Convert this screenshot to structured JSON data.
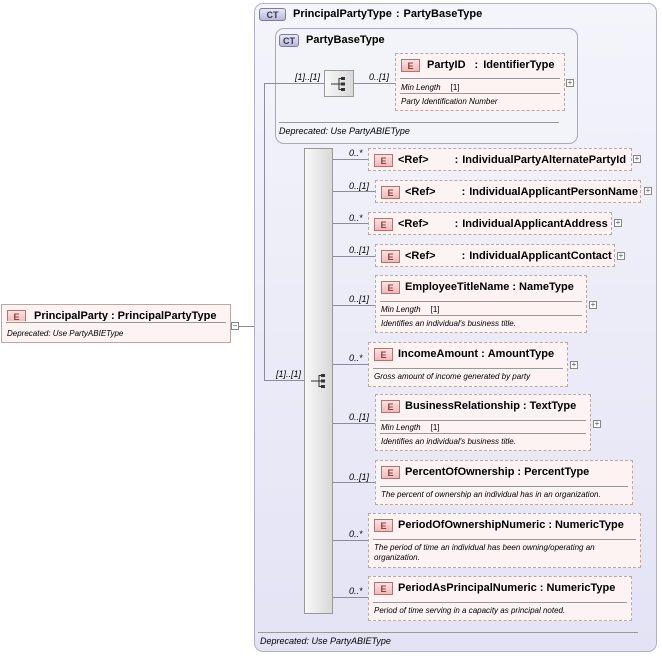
{
  "root": {
    "badge": "E",
    "name": "PrincipalParty",
    "type": "PrincipalPartyType",
    "doc": "Deprecated: Use PartyABIEType"
  },
  "outer_ct": {
    "badge": "CT",
    "title": "PrincipalPartyType",
    "base": "PartyBaseType",
    "footer": "Deprecated: Use PartyABIEType"
  },
  "inner_ct": {
    "badge": "CT",
    "title": "PartyBaseType",
    "seq_card": "[1]..[1]",
    "footer": "Deprecated: Use PartyABIEType",
    "party_id": {
      "badge": "E",
      "card": "0..[1]",
      "name": "PartyID",
      "type": "IdentifierType",
      "facet_label": "Min Length",
      "facet_value": "[1]",
      "doc": "Party Identification Number"
    }
  },
  "main_seq_card": "[1]..[1]",
  "elements": [
    {
      "card": "0..*",
      "badge": "E",
      "ref": "<Ref>",
      "name": "",
      "type": "IndividualPartyAlternatePartyId"
    },
    {
      "card": "0..[1]",
      "badge": "E",
      "ref": "<Ref>",
      "name": "",
      "type": "IndividualApplicantPersonName"
    },
    {
      "card": "0..*",
      "badge": "E",
      "ref": "<Ref>",
      "name": "",
      "type": "IndividualApplicantAddress"
    },
    {
      "card": "0..[1]",
      "badge": "E",
      "ref": "<Ref>",
      "name": "",
      "type": "IndividualApplicantContact"
    },
    {
      "card": "0..[1]",
      "badge": "E",
      "ref": "",
      "name": "EmployeeTitleName",
      "type": "NameType",
      "facet_label": "Min Length",
      "facet_value": "[1]",
      "doc": "Identifies an individual's business title."
    },
    {
      "card": "0..*",
      "badge": "E",
      "ref": "",
      "name": "IncomeAmount",
      "type": "AmountType",
      "doc": "Gross amount of income generated by party"
    },
    {
      "card": "0..[1]",
      "badge": "E",
      "ref": "",
      "name": "BusinessRelationship",
      "type": "TextType",
      "facet_label": "Min Length",
      "facet_value": "[1]",
      "doc": "Identifies an individual's business title."
    },
    {
      "card": "0..[1]",
      "badge": "E",
      "ref": "",
      "name": "PercentOfOwnership",
      "type": "PercentType",
      "doc": "The percent of ownership an individual has in an organization."
    },
    {
      "card": "0..*",
      "badge": "E",
      "ref": "",
      "name": "PeriodOfOwnershipNumeric",
      "type": "NumericType",
      "doc": "The period of time an individual has been owning/operating an organization."
    },
    {
      "card": "0..*",
      "badge": "E",
      "ref": "",
      "name": "PeriodAsPrincipalNumeric",
      "type": "NumericType",
      "doc": "Period of time serving in a capacity as principal noted."
    }
  ],
  "colors": {
    "element_fill": "#fdf3f3",
    "element_border": "#b8a8a8",
    "ct_fill": "#e3e3f5",
    "connector": "#8c8c9c"
  }
}
